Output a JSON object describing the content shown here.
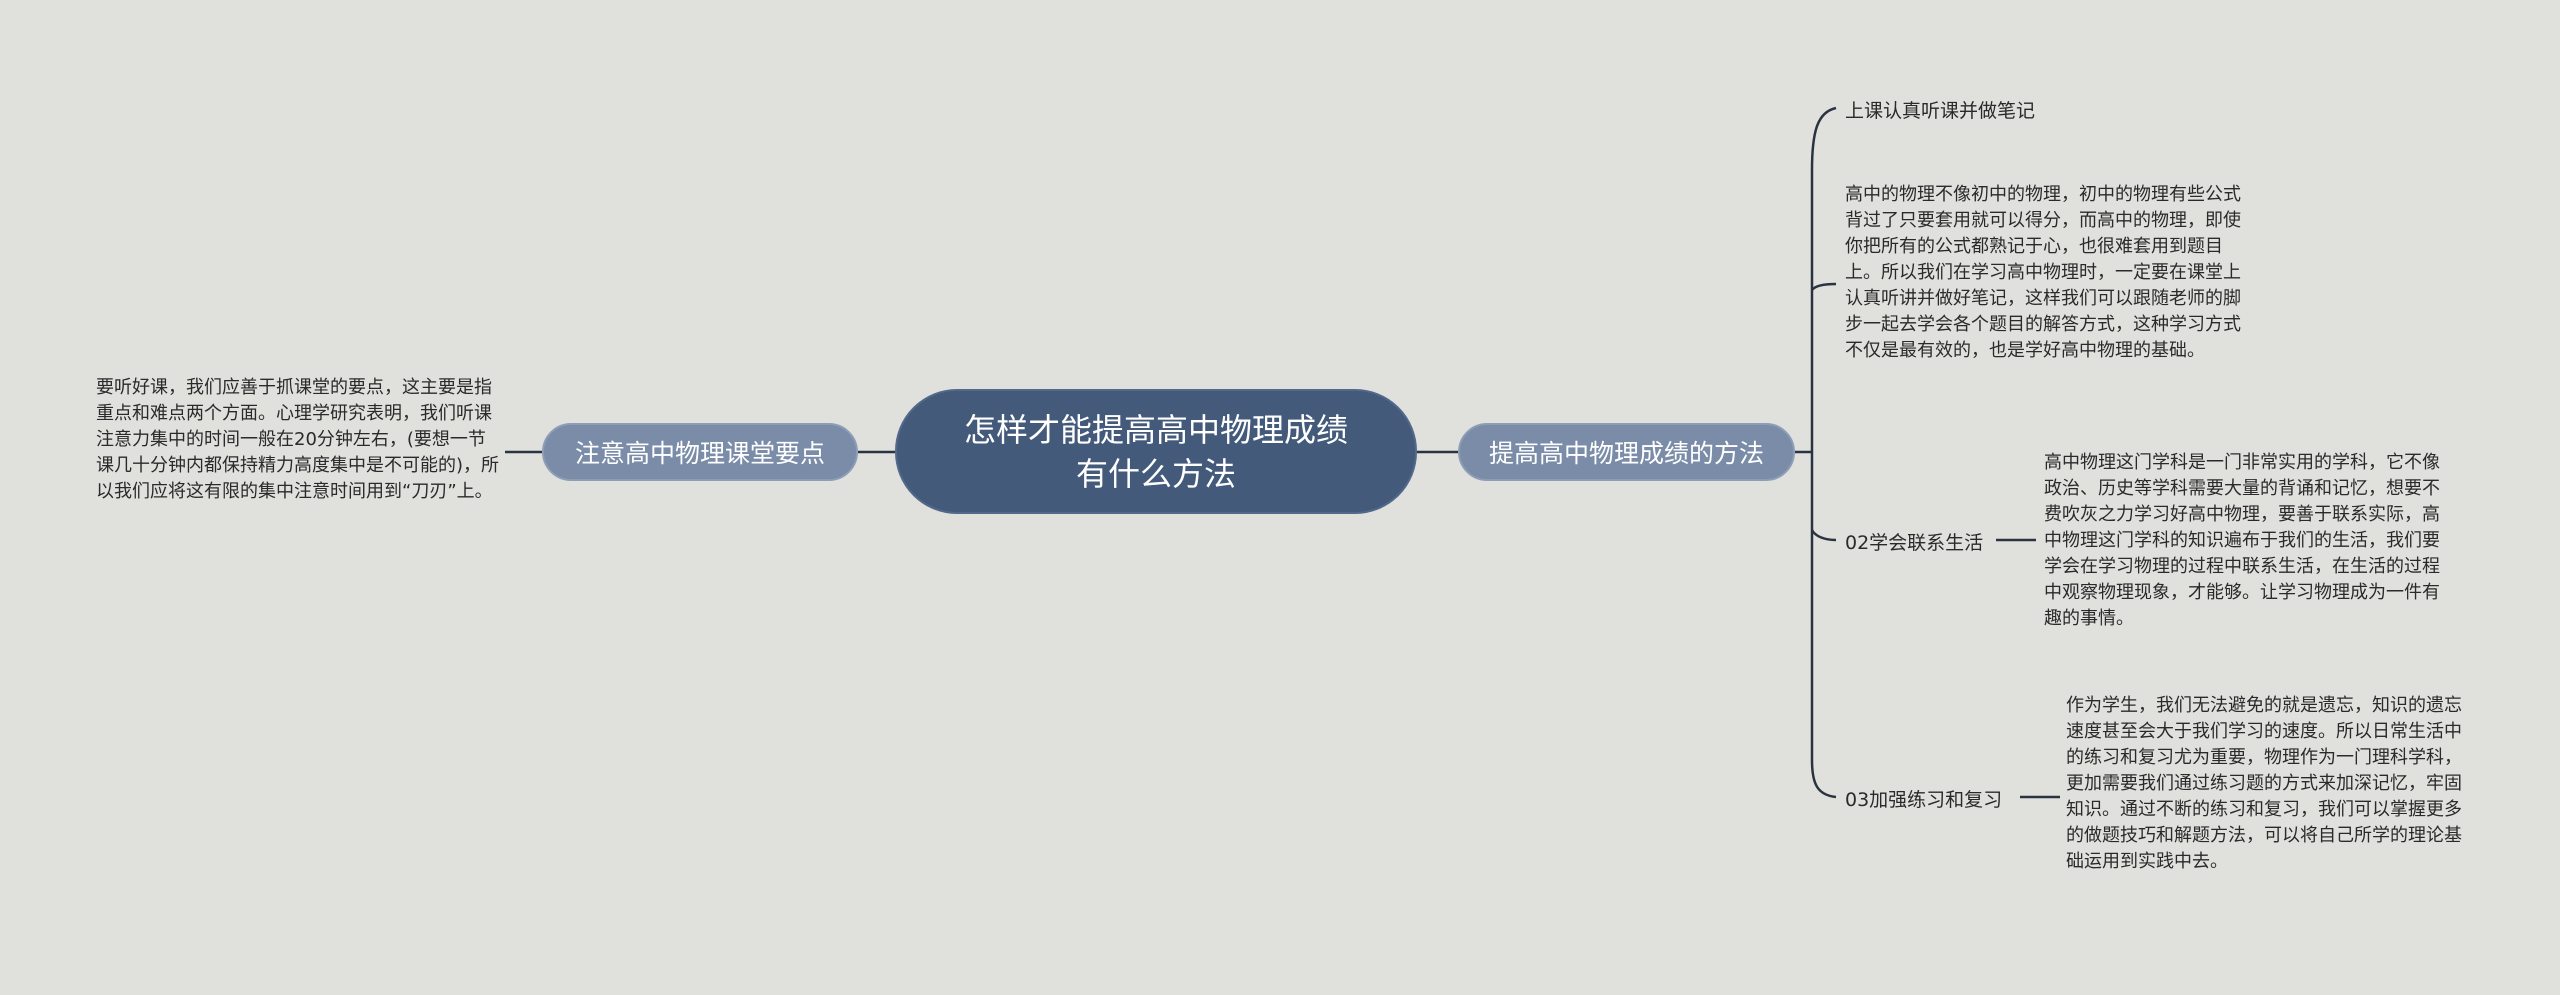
{
  "root": {
    "title": "怎样才能提高高中物理成绩 有什么方法"
  },
  "right_branch": {
    "label": "提高高中物理成绩的方法",
    "items": [
      {
        "label": "上课认真听课并做笔记"
      },
      {
        "label": "高中的物理不像初中的物理，初中的物理有些公式背过了只要套用就可以得分，而高中的物理，即使你把所有的公式都熟记于心，也很难套用到题目上。所以我们在学习高中物理时，一定要在课堂上认真听讲并做好笔记，这样我们可以跟随老师的脚步一起去学会各个题目的解答方式，这种学习方式不仅是最有效的，也是学好高中物理的基础。"
      },
      {
        "label": "02学会联系生活",
        "detail": "高中物理这门学科是一门非常实用的学科，它不像政治、历史等学科需要大量的背诵和记忆，想要不费吹灰之力学习好高中物理，要善于联系实际，高中物理这门学科的知识遍布于我们的生活，我们要学会在学习物理的过程中联系生活，在生活的过程中观察物理现象，才能够。让学习物理成为一件有趣的事情。"
      },
      {
        "label": "03加强练习和复习",
        "detail": "作为学生，我们无法避免的就是遗忘，知识的遗忘速度甚至会大于我们学习的速度。所以日常生活中的练习和复习尤为重要，物理作为一门理科学科，更加需要我们通过练习题的方式来加深记忆，牢固知识。通过不断的练习和复习，我们可以掌握更多的做题技巧和解题方法，可以将自己所学的理论基础运用到实践中去。"
      }
    ]
  },
  "left_branch": {
    "label": "注意高中物理课堂要点",
    "detail": "要听好课，我们应善于抓课堂的要点，这主要是指重点和难点两个方面。心理学研究表明，我们听课注意力集中的时间一般在20分钟左右，(要想一节课几十分钟内都保持精力高度集中是不可能的)，所以我们应将这有限的集中注意时间用到“刀刃”上。"
  },
  "colors": {
    "background": "#e0e1dd",
    "root_fill": "#435a7a",
    "branch_fill": "#7a8ca8",
    "line": "#2a3440"
  }
}
